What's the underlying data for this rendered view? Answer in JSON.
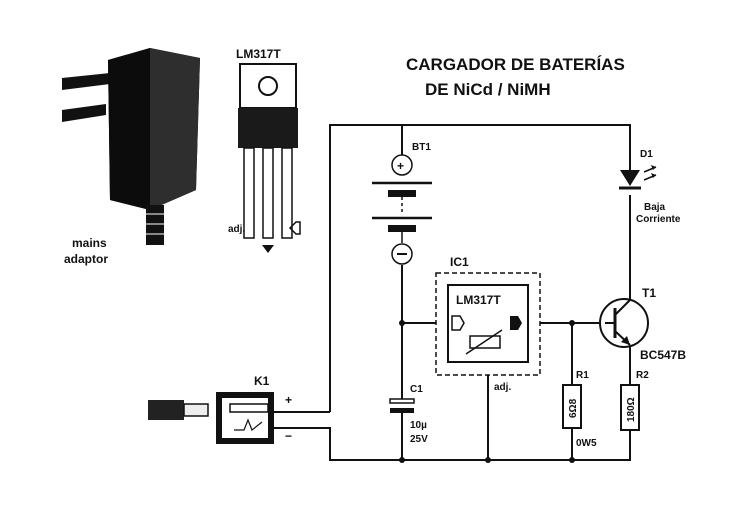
{
  "title": {
    "line1": "CARGADOR DE BATERÍAS",
    "line2": "DE NiCd / NiMH"
  },
  "labels": {
    "lm317t_package": "LM317T",
    "adj_pin": "adj.",
    "mains_line1": "mains",
    "mains_line2": "adaptor",
    "k1": "K1",
    "plus": "+",
    "minus": "−",
    "bt1": "BT1",
    "ic1": "IC1",
    "ic1_part": "LM317T",
    "ic1_adj": "adj.",
    "c1": "C1",
    "c1_value1": "10µ",
    "c1_value2": "25V",
    "r1": "R1",
    "r1_value": "6Ω8",
    "r1_power": "0W5",
    "r2": "R2",
    "r2_value": "180Ω",
    "d1": "D1",
    "d1_note1": "Baja",
    "d1_note2": "Corriente",
    "t1": "T1",
    "t1_part": "BC547B"
  },
  "icons": [
    "mains-adaptor-icon",
    "lm317t-package-icon",
    "battery-icon",
    "led-icon",
    "transistor-icon",
    "capacitor-icon",
    "resistor-icon",
    "dc-jack-icon",
    "ground-arrow-icon"
  ]
}
